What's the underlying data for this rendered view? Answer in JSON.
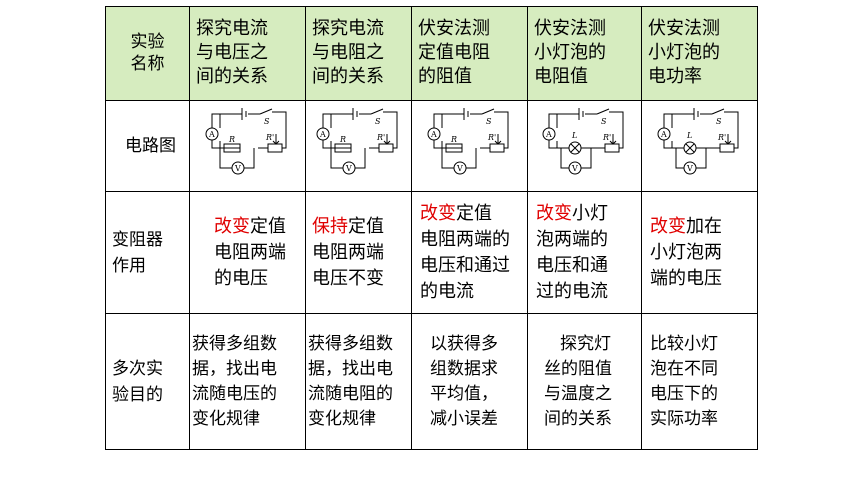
{
  "header": {
    "name_label_line1": "实验",
    "name_label_line2": "名称",
    "cols": [
      {
        "l1": "探究电流",
        "l2": "与电压之",
        "l3": "间的关系"
      },
      {
        "l1": "探究电流",
        "l2": "与电阻之",
        "l3": "间的关系"
      },
      {
        "l1": "伏安法测",
        "l2": "定值电阻",
        "l3": "的阻值"
      },
      {
        "l1": "伏安法测",
        "l2": "小灯泡的",
        "l3": "电阻值"
      },
      {
        "l1": "伏安法测",
        "l2": "小灯泡的",
        "l3": "电功率"
      }
    ]
  },
  "circuit_row": {
    "label": "电路图",
    "symbols": {
      "ammeter": "A",
      "voltmeter": "V",
      "switch": "S",
      "resistor": "R",
      "rheostat": "R'",
      "lamp": "L"
    }
  },
  "resistor_row": {
    "label_line1": "变阻器",
    "label_line2": "作用",
    "cols": [
      {
        "red": "改变",
        "t1": "定值",
        "l2": "电阻两端",
        "l3": "的电压",
        "l4": ""
      },
      {
        "red": "保持",
        "t1": "定值",
        "l2": "电阻两端",
        "l3": "电压不变",
        "l4": ""
      },
      {
        "red": "改变",
        "t1": "定值",
        "l2": "电阻两端的",
        "l3": "电压和通过",
        "l4": "的电流"
      },
      {
        "red": "改变",
        "t1": "小灯",
        "l2": "泡两端的",
        "l3": "电压和通",
        "l4": "过的电流"
      },
      {
        "red": "改变",
        "t1": "加在",
        "l2": "小灯泡两",
        "l3": "端的电压",
        "l4": ""
      }
    ]
  },
  "purpose_row": {
    "label_line1": "多次实",
    "label_line2": "验目的",
    "cols": [
      {
        "l1": "获得多组数",
        "l2": "据，找出电",
        "l3": "流随电压的",
        "l4": "变化规律"
      },
      {
        "l1": "获得多组数",
        "l2": "据，找出电",
        "l3": "流随电阻的",
        "l4": "变化规律"
      },
      {
        "l1": "以获得多",
        "l2": "组数据求",
        "l3": "平均值，",
        "l4": "减小误差"
      },
      {
        "l1": "探究灯",
        "l2": "丝的阻值",
        "l3": "与温度之",
        "l4": "间的关系"
      },
      {
        "l1": "比较小灯",
        "l2": "泡在不同",
        "l3": "电压下的",
        "l4": "实际功率"
      }
    ]
  }
}
